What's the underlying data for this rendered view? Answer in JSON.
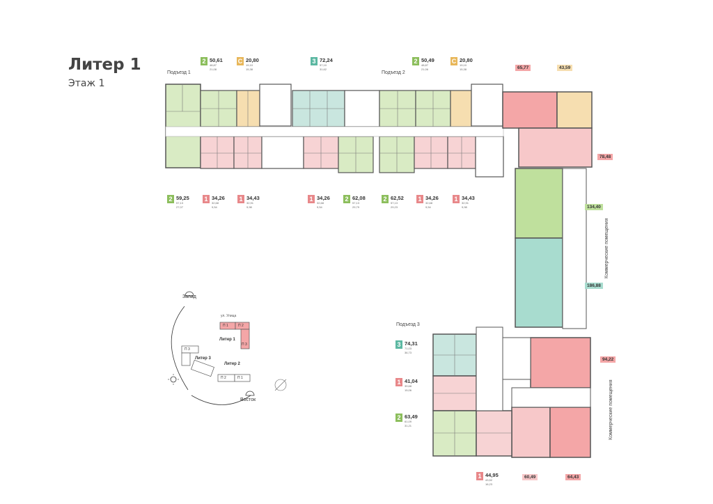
{
  "header": {
    "title": "Литер 1",
    "floor": "Этаж 1"
  },
  "entrances": {
    "e1": "Подъезд 1",
    "e2": "Подъезд 2",
    "e3": "Подъезд 3"
  },
  "colors": {
    "type1": "#e8888a",
    "type2": "#8cbe5c",
    "type3": "#5cb8a2",
    "studio": "#e8b75a",
    "wall": "#555555"
  },
  "top_labels": [
    {
      "type": "2",
      "area": "50,61",
      "l1": "48,87",
      "l2": "21,08",
      "color": "#8cbe5c"
    },
    {
      "type": "С",
      "area": "20,80",
      "l1": "19,10",
      "l2": "15,38",
      "color": "#e8b75a"
    },
    {
      "type": "3",
      "area": "72,24",
      "l1": "57,10",
      "l2": "31,62",
      "color": "#5cb8a2"
    },
    {
      "type": "2",
      "area": "50,49",
      "l1": "48,87",
      "l2": "21,06",
      "color": "#8cbe5c"
    },
    {
      "type": "С",
      "area": "20,80",
      "l1": "19,10",
      "l2": "15,38",
      "color": "#e8b75a"
    }
  ],
  "bottom_labels": [
    {
      "type": "2",
      "area": "59,25",
      "l1": "57,13",
      "l2": "27,07",
      "color": "#8cbe5c"
    },
    {
      "type": "1",
      "area": "34,26",
      "l1": "32,68",
      "l2": "9,54",
      "color": "#e8888a"
    },
    {
      "type": "1",
      "area": "34,43",
      "l1": "32,91",
      "l2": "9,98",
      "color": "#e8888a"
    },
    {
      "type": "1",
      "area": "34,26",
      "l1": "32,68",
      "l2": "9,54",
      "color": "#e8888a"
    },
    {
      "type": "2",
      "area": "62,08",
      "l1": "57,13",
      "l2": "29,79",
      "color": "#8cbe5c"
    },
    {
      "type": "2",
      "area": "62,52",
      "l1": "57,13",
      "l2": "29,23",
      "color": "#8cbe5c"
    },
    {
      "type": "1",
      "area": "34,26",
      "l1": "32,68",
      "l2": "9,54",
      "color": "#e8888a"
    },
    {
      "type": "1",
      "area": "34,43",
      "l1": "32,91",
      "l2": "9,98",
      "color": "#e8888a"
    }
  ],
  "left_labels": [
    {
      "type": "3",
      "area": "74,31",
      "l1": "71,03",
      "l2": "36,73",
      "color": "#5cb8a2"
    },
    {
      "type": "1",
      "area": "41,04",
      "l1": "39,68",
      "l2": "15,06",
      "color": "#e8888a"
    },
    {
      "type": "2",
      "area": "63,49",
      "l1": "61,09",
      "l2": "31,21",
      "color": "#8cbe5c"
    },
    {
      "type": "1",
      "area": "44,95",
      "l1": "43,52",
      "l2": "16,23",
      "color": "#e8888a"
    }
  ],
  "commercial": {
    "c1": "65,77",
    "c2": "43,59",
    "c3": "78,48",
    "c4": "134,40",
    "c5": "186,88",
    "c6": "94,22",
    "c7": "60,49",
    "c8": "64,43",
    "vertical": "Коммерческие помещения"
  },
  "compass": {
    "west": "Запад",
    "east": "Восток",
    "street": "ул. Улица",
    "liter1": "Литер 1",
    "liter2": "Литер 2",
    "liter3": "Литер 3",
    "p1": "П 1",
    "p2": "П 2",
    "p3": "П 3"
  }
}
